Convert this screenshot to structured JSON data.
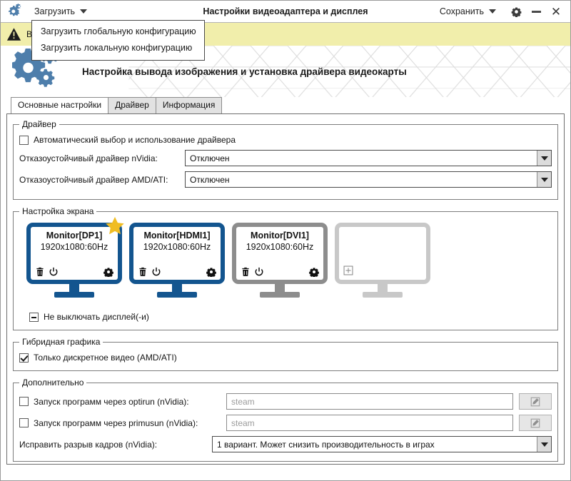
{
  "window": {
    "title": "Настройки видеоадаптера и дисплея",
    "app_icon": "gears-icon",
    "load_menu_label": "Загрузить",
    "save_menu_label": "Сохранить",
    "settings_icon": "gear-icon",
    "minimize_icon": "minimize-icon",
    "close_icon": "close-icon"
  },
  "dropdown": {
    "items": [
      {
        "label": "Загрузить глобальную конфигурацию"
      },
      {
        "label": "Загрузить локальную конфигурацию"
      }
    ]
  },
  "warning": {
    "icon": "warning-triangle-icon",
    "text": "В"
  },
  "header": {
    "logo_icon": "gears-icon",
    "title": "Настройка вывода изображения и установка драйвера видеокарты"
  },
  "tabs": [
    {
      "label": "Основные настройки",
      "active": true
    },
    {
      "label": "Драйвер",
      "active": false
    },
    {
      "label": "Информация",
      "active": false
    }
  ],
  "driver_group": {
    "legend": "Драйвер",
    "auto_checkbox": {
      "label": "Автоматический выбор и использование драйвера",
      "state": "unchecked"
    },
    "nvidia": {
      "label": "Отказоустойчивый драйвер nVidia:",
      "value": "Отключен"
    },
    "amd": {
      "label": "Отказоустойчивый драйвер AMD/ATI:",
      "value": "Отключен"
    }
  },
  "screen_group": {
    "legend": "Настройка экрана",
    "monitors": [
      {
        "name": "Monitor[DP1]",
        "resolution": "1920x1080:60Hz",
        "state": "active",
        "primary": true,
        "color": "#13558f",
        "icons": [
          "trash-icon",
          "power-icon",
          "gear-icon"
        ]
      },
      {
        "name": "Monitor[HDMI1]",
        "resolution": "1920x1080:60Hz",
        "state": "active",
        "primary": false,
        "color": "#13558f",
        "icons": [
          "trash-icon",
          "power-icon",
          "gear-icon"
        ]
      },
      {
        "name": "Monitor[DVI1]",
        "resolution": "1920x1080:60Hz",
        "state": "disabled",
        "primary": false,
        "color": "#8d8d8d",
        "icons": [
          "trash-icon",
          "power-icon",
          "gear-icon"
        ]
      },
      {
        "name": "",
        "resolution": "",
        "state": "empty",
        "primary": false,
        "color": "#c8c8c8",
        "icons": [
          "plus-box-icon"
        ]
      }
    ],
    "keep_on_checkbox": {
      "label": "Не выключать дисплей(-и)",
      "state": "indeterminate"
    }
  },
  "hybrid_group": {
    "legend": "Гибридная графика",
    "discrete_checkbox": {
      "label": "Только дискретное видео (AMD/ATI)",
      "state": "checked"
    }
  },
  "extra_group": {
    "legend": "Дополнительно",
    "optirun": {
      "label": "Запуск программ через optirun (nVidia):",
      "state": "unchecked",
      "placeholder": "steam",
      "edit_icon": "edit-pencil-icon"
    },
    "primusrun": {
      "label": "Запуск программ через primusun (nVidia):",
      "state": "unchecked",
      "placeholder": "steam",
      "edit_icon": "edit-pencil-icon"
    },
    "tearing": {
      "label": "Исправить разрыв кадров (nVidia):",
      "value": "1 вариант. Может снизить производительность в играх"
    }
  },
  "colors": {
    "accent_blue": "#13558f",
    "warning_bg": "#f1eeab",
    "star_gold": "#f0bd23",
    "logo_blue": "#4e7eab"
  }
}
